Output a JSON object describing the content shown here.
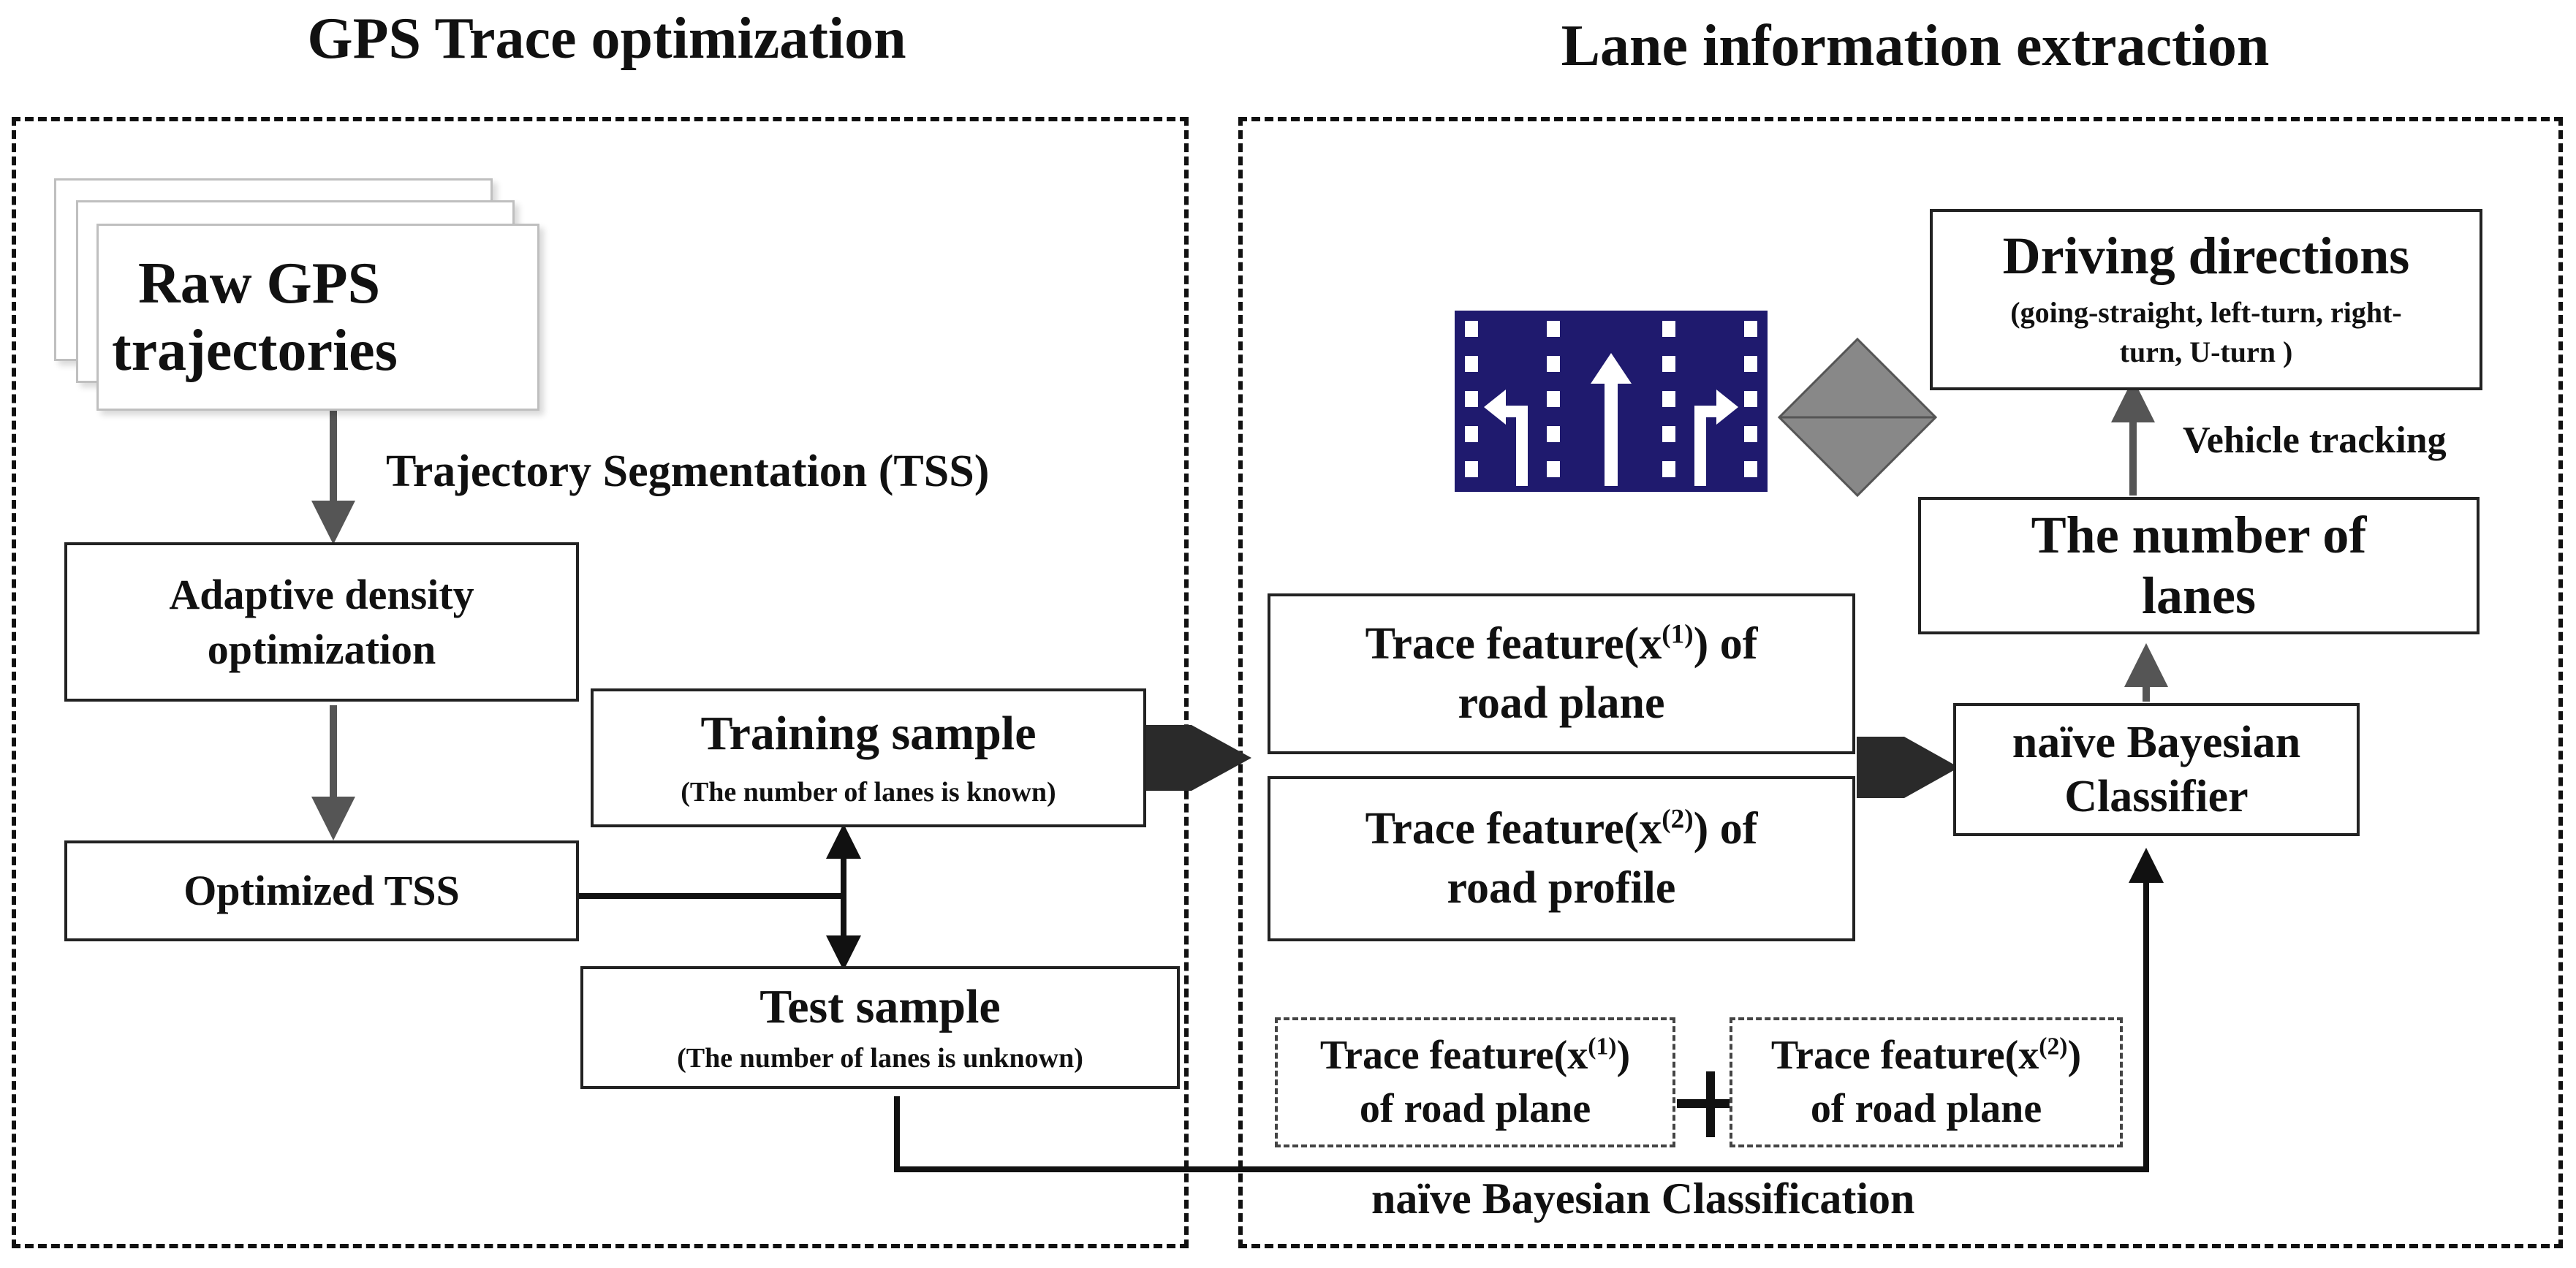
{
  "titles": {
    "left": "GPS Trace optimization",
    "right": "Lane information extraction"
  },
  "left_panel": {
    "raw_gps": [
      "Raw GPS",
      "trajectories"
    ],
    "segmentation_label": "Trajectory Segmentation (TSS)",
    "adaptive": [
      "Adaptive density",
      "optimization"
    ],
    "optimized": "Optimized TSS",
    "training": {
      "title": "Training sample",
      "note": "(The number of lanes is known)"
    },
    "test": {
      "title": "Test sample",
      "note": "(The number of lanes is unknown)"
    }
  },
  "right_panel": {
    "feature_plane": {
      "prefix": "Trace feature(x",
      "sup": "(1)",
      "suffix": ") of",
      "line2": "road plane"
    },
    "feature_profile": {
      "prefix": "Trace feature(x",
      "sup": "(2)",
      "suffix": ") of",
      "line2": "road profile"
    },
    "classifier": [
      "naïve Bayesian",
      "Classifier"
    ],
    "lanes": [
      "The number of",
      "lanes"
    ],
    "vehicle_tracking": "Vehicle tracking",
    "driving": {
      "title": "Driving directions",
      "line1": "(going-straight, left-turn, right-",
      "line2": "turn, U-turn )"
    },
    "dashed_feature_1": {
      "prefix": "Trace feature(x",
      "sup": "(1)",
      "suffix": ")",
      "line2": "of road plane"
    },
    "dashed_feature_2": {
      "prefix": "Trace feature(x",
      "sup": "(2)",
      "suffix": ")",
      "line2": "of road plane"
    },
    "classification_label": "naïve Bayesian Classification",
    "road_sign_icon": "lane-arrows-icon",
    "decision_icon": "diamond-icon"
  },
  "colors": {
    "road_sign": "#1f1a6e",
    "diamond": "#888888",
    "arrow_gray": "#555555",
    "arrow_black": "#111111"
  }
}
